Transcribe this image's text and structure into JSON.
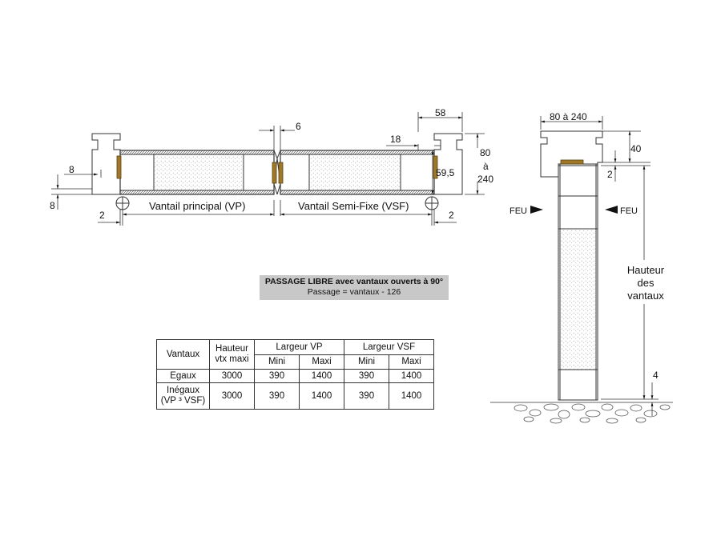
{
  "plan": {
    "labels": {
      "vp": "Vantail principal (VP)",
      "vsf": "Vantail Semi-Fixe (VSF)"
    },
    "dims": {
      "d58": "58",
      "d6": "6",
      "d18": "18",
      "d80": "80",
      "a": "à",
      "d240": "240",
      "d59": "59,5",
      "d8a": "8",
      "d8b": "8",
      "d2a": "2",
      "d2b": "2"
    }
  },
  "section": {
    "d80_240": "80 à 240",
    "d40": "40",
    "d2": "2",
    "d4": "4",
    "feu_left": "FEU",
    "feu_right": "FEU",
    "hauteur": [
      "Hauteur",
      "des",
      "vantaux"
    ]
  },
  "note": {
    "line1": "PASSAGE LIBRE avec vantaux ouverts à 90°",
    "line2": "Passage = vantaux - 126"
  },
  "table": {
    "h_vantaux": "Vantaux",
    "h_hauteur": [
      "Hauteur",
      "vtx maxi"
    ],
    "h_largeur_vp": "Largeur VP",
    "h_largeur_vsf": "Largeur VSF",
    "h_mini": "Mini",
    "h_maxi": "Maxi",
    "rows": [
      {
        "label": [
          "Egaux"
        ],
        "hauteur": "3000",
        "vp_mini": "390",
        "vp_maxi": "1400",
        "vsf_mini": "390",
        "vsf_maxi": "1400"
      },
      {
        "label": [
          "Inégaux",
          "(VP ³ VSF)"
        ],
        "hauteur": "3000",
        "vp_mini": "390",
        "vp_maxi": "1400",
        "vsf_mini": "390",
        "vsf_maxi": "1400"
      }
    ]
  },
  "colors": {
    "seal": "#a0782a",
    "shade": "#c8c8c8"
  }
}
